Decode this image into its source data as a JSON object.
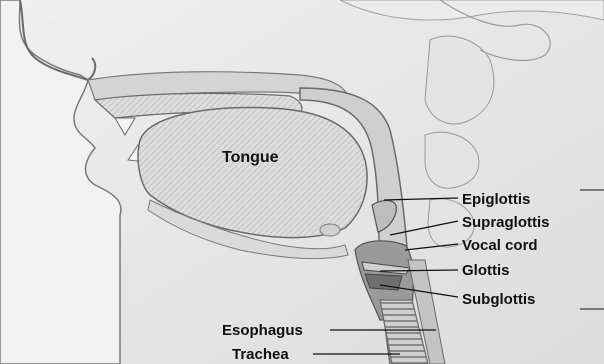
{
  "labels": {
    "tongue": "Tongue",
    "epiglottis": "Epiglottis",
    "supraglottis": "Supraglottis",
    "vocal_cord": "Vocal cord",
    "glottis": "Glottis",
    "subglottis": "Subglottis",
    "esophagus": "Esophagus",
    "trachea": "Trachea"
  },
  "colors": {
    "background": "#e8e8e8",
    "tissue": "#d9d9d9",
    "outline": "#6a6a6a",
    "label_text": "#111111"
  }
}
